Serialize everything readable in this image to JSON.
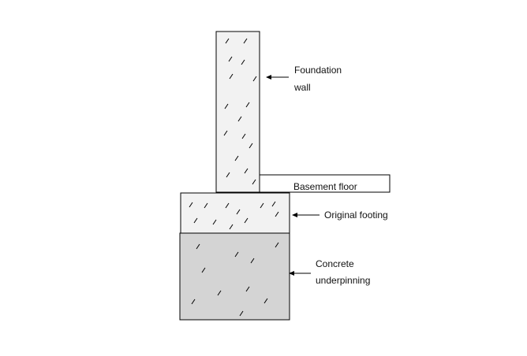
{
  "labels": {
    "foundation_wall_line1": "Foundation",
    "foundation_wall_line2": "wall",
    "basement_floor": "Basement floor",
    "original_footing": "Original footing",
    "underpinning_line1": "Concrete",
    "underpinning_line2": "underpinning"
  },
  "colors": {
    "wall_fill": "#f2f2f2",
    "footing_fill": "#f2f2f2",
    "underpinning_fill": "#d4d4d4",
    "floor_fill": "#ffffff",
    "stroke": "#000000"
  }
}
